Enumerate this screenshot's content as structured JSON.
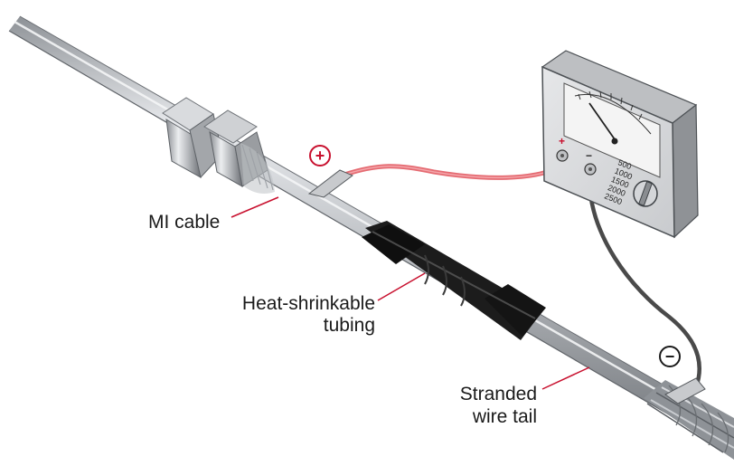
{
  "labels": {
    "mi_cable": "MI cable",
    "heat_shrink_line1": "Heat-shrinkable",
    "heat_shrink_line2": "tubing",
    "stranded_line1": "Stranded",
    "stranded_line2": "wire tail"
  },
  "symbols": {
    "positive": "+",
    "negative": "−",
    "meter_pos": "+",
    "meter_neg": "−"
  },
  "meter": {
    "scale_values": [
      "500",
      "1000",
      "1500",
      "2000",
      "2500"
    ]
  },
  "colors": {
    "accent": "#c8102e",
    "positive_lead": "#e56b72",
    "negative_lead": "#4a4a4a",
    "cable": "#b9bcc0",
    "tubing": "#1c1c1c"
  }
}
